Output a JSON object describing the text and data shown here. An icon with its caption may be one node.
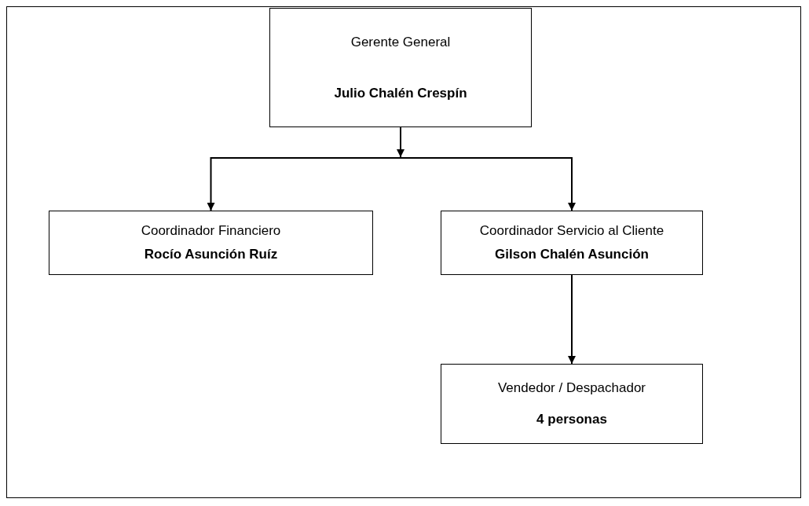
{
  "diagram": {
    "nodes": [
      {
        "text": [
          "Gerente General",
          "Julio Chalén Crespín"
        ]
      },
      {
        "text": [
          "Coordinador Financiero",
          "Rocío Asunción Ruíz"
        ]
      },
      {
        "text": [
          "Coordinador Servicio al Cliente",
          "Gilson Chalén Asunción"
        ]
      },
      {
        "text": [
          "Vendedor / Despachador",
          "4 personas"
        ]
      }
    ],
    "edges": [
      {
        "from": 0,
        "to": 1,
        "arrow": "to"
      },
      {
        "from": 0,
        "to": 2,
        "arrow": "to"
      },
      {
        "from": 2,
        "to": 3,
        "arrow": "to"
      }
    ]
  }
}
